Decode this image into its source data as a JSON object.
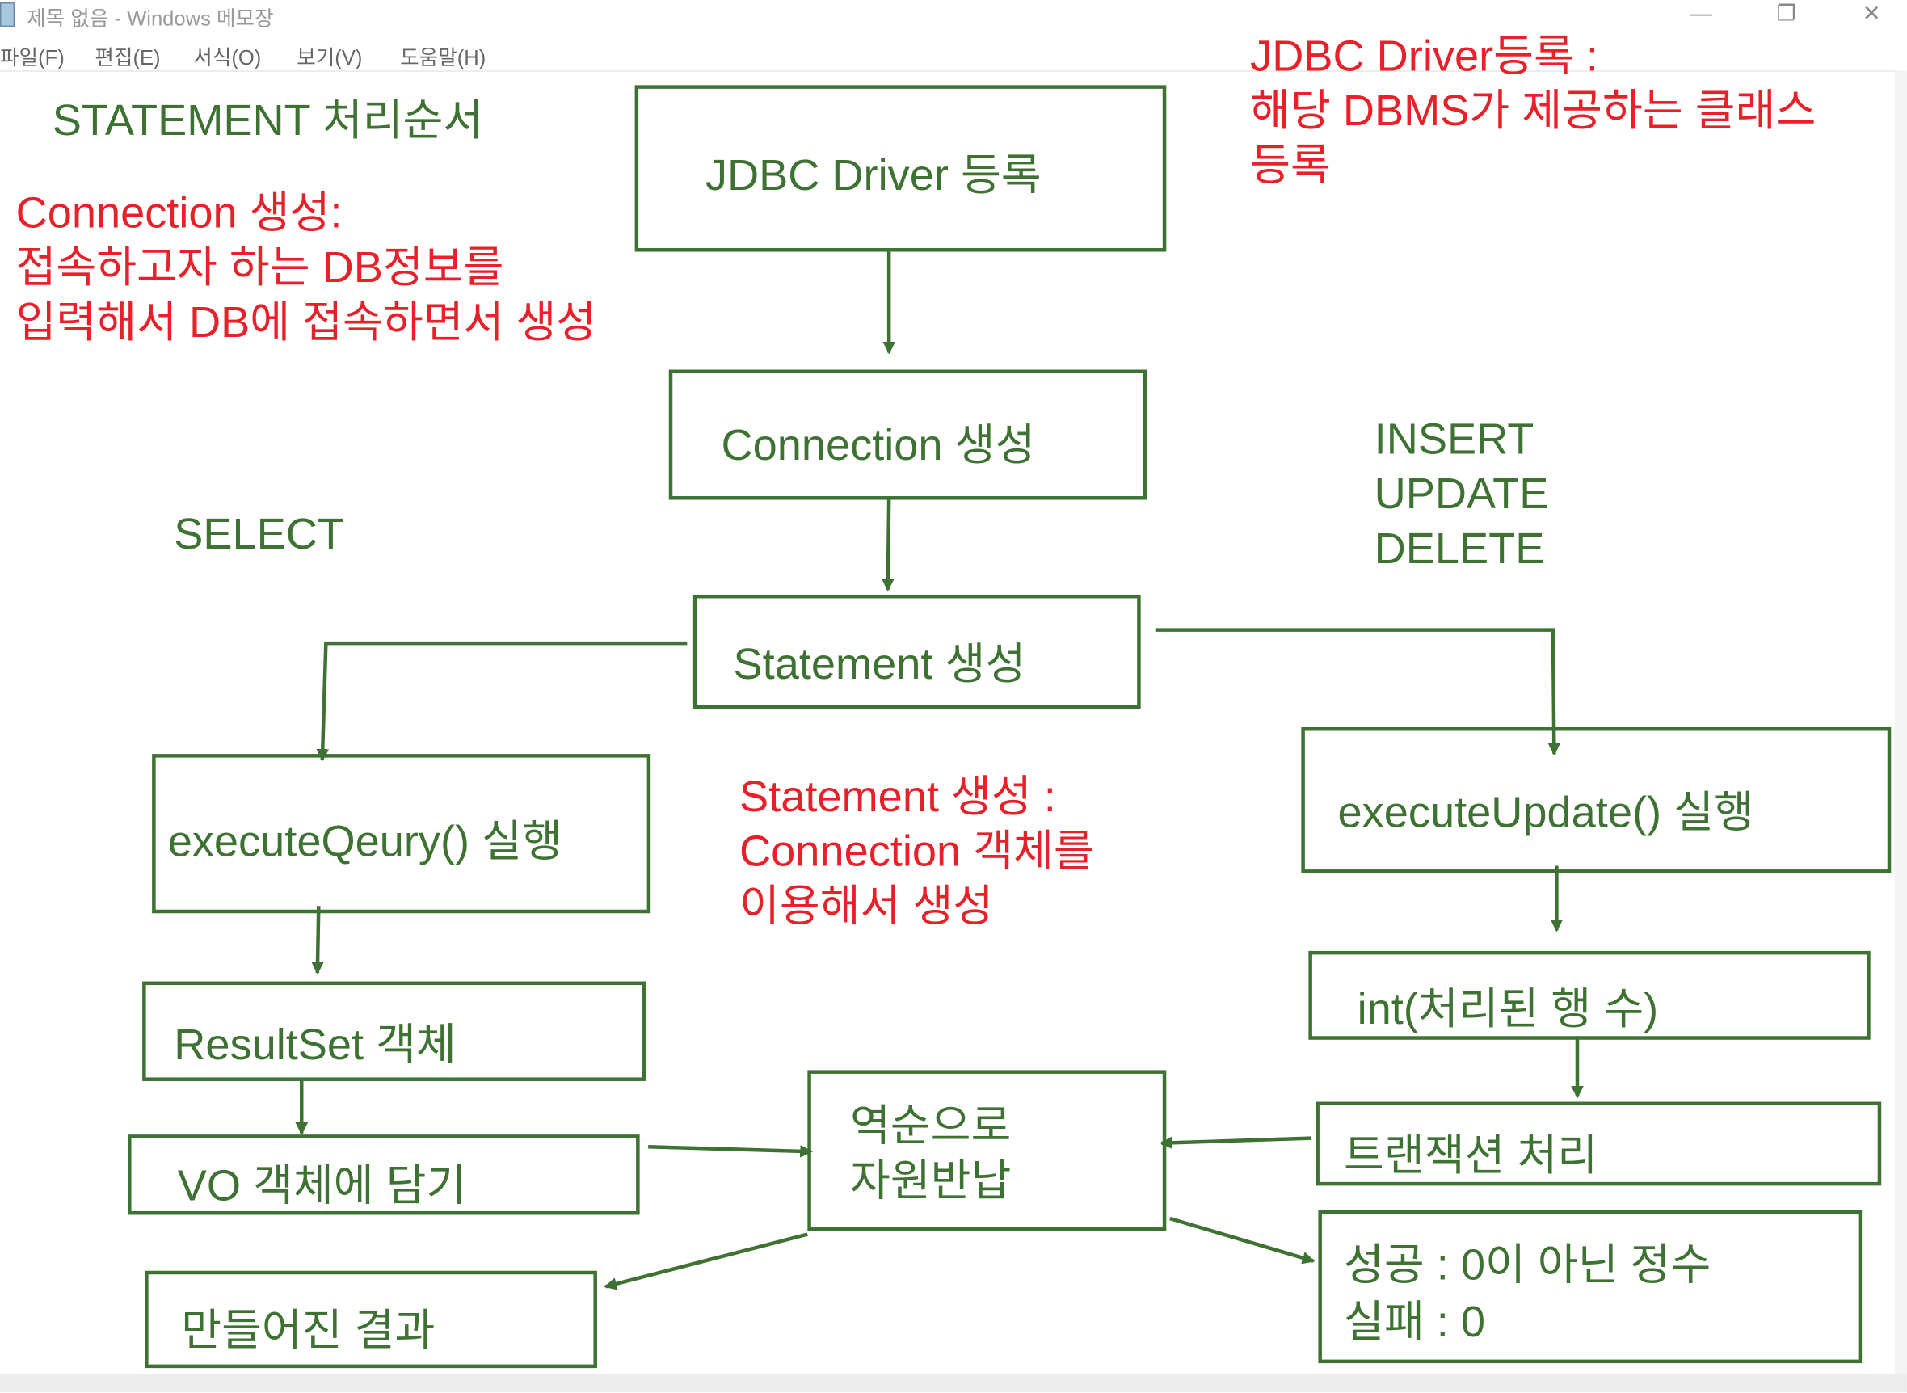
{
  "window": {
    "title": "제목 없음 - Windows 메모장",
    "minimize": "—",
    "restore": "❐",
    "close": "✕"
  },
  "menu": [
    "파일(F)",
    "편집(E)",
    "서식(O)",
    "보기(V)",
    "도움말(H)"
  ],
  "colors": {
    "green": "#3e7232",
    "red": "#e8202a"
  },
  "heading": "STATEMENT 처리순서",
  "notes": {
    "connection": "Connection 생성:\n접속하고자 하는 DB정보를\n입력해서 DB에 접속하면서 생성",
    "driver": "JDBC Driver등록 :\n해당 DBMS가 제공하는 클래스\n등록",
    "statement": "Statement 생성 :\nConnection 객체를\n이용해서 생성"
  },
  "labels": {
    "select": "SELECT",
    "dml": "INSERT\nUPDATE\nDELETE"
  },
  "boxes": {
    "driver": "JDBC Driver 등록",
    "connection": "Connection 생성",
    "statement": "Statement 생성",
    "execute_query": "executeQeury() 실행",
    "resultset": "ResultSet 객체",
    "vo": "VO 객체에 담기",
    "release": "역순으로\n자원반납",
    "result": "만들어진 결과",
    "execute_update": "executeUpdate() 실행",
    "int_rows": "int(처리된 행 수)",
    "transaction": "트랜잭션 처리",
    "outcome": "성공 : 0이 아닌 정수\n실패 : 0"
  }
}
